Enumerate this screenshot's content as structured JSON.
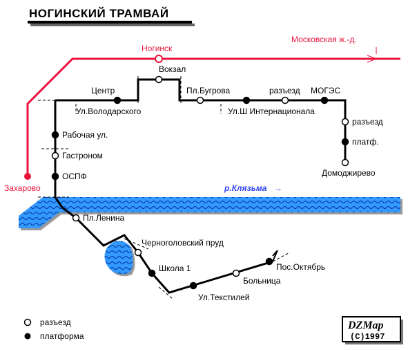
{
  "title": "НОГИНСКИЙ ТРАМВАЙ",
  "colors": {
    "tram_line": "#000000",
    "railway": "#e8143c",
    "river_fill": "#3399ff",
    "river_label": "#3344ee",
    "background": "#ffffff"
  },
  "railway": {
    "name": "Московская ж.-д.",
    "stations": [
      {
        "name": "Ногинск"
      },
      {
        "name": "Захарово"
      }
    ]
  },
  "river": {
    "name": "р.Клязьма",
    "arrow": "→"
  },
  "stops": {
    "tsentr": {
      "name": "Центр",
      "type": "platform"
    },
    "vokzal": {
      "name": "Вокзал",
      "type": "siding"
    },
    "pl_bugrova": {
      "name": "Пл.Бугрова",
      "type": "siding"
    },
    "razezd_1": {
      "name": "разъезд",
      "type": "siding"
    },
    "mogez": {
      "name": "МОГЭС",
      "type": "platform"
    },
    "ul_volodarskogo": {
      "name": "Ул.Володарского",
      "type": "label"
    },
    "ul_3_internatsionala": {
      "name": "Ул.Ш Интернационала",
      "type": "platform"
    },
    "razezd_2": {
      "name": "разъезд",
      "type": "siding"
    },
    "platf": {
      "name": "платф.",
      "type": "platform"
    },
    "domodzhirevo": {
      "name": "Домоджирево",
      "type": "siding"
    },
    "rabochaya": {
      "name": "Рабочая ул.",
      "type": "platform"
    },
    "gastronom": {
      "name": "Гастроном",
      "type": "siding"
    },
    "ospf": {
      "name": "ОСПФ",
      "type": "platform"
    },
    "pl_lenina": {
      "name": "Пл.Ленина",
      "type": "siding"
    },
    "chernogolovsky": {
      "name": "Черноголовский пруд",
      "type": "siding"
    },
    "shkola_1": {
      "name": "Школа 1",
      "type": "platform"
    },
    "ul_tekstiley": {
      "name": "Ул.Текстилей",
      "type": "platform"
    },
    "bolnitsa": {
      "name": "Больница",
      "type": "siding"
    },
    "pos_oktyabr": {
      "name": "Пос.Октябрь",
      "type": "platform"
    }
  },
  "legend": {
    "siding": "разъезд",
    "platform": "платформа"
  },
  "logo": {
    "name": "DZMap",
    "copyright": "(C)1997"
  }
}
